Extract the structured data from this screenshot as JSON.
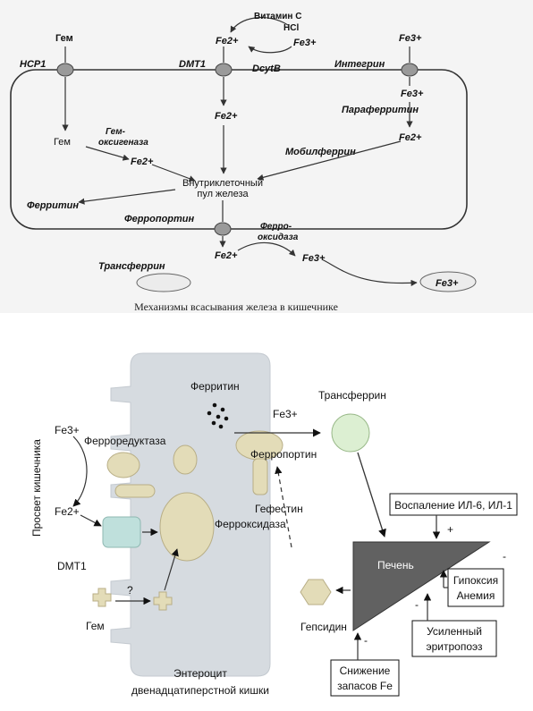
{
  "top": {
    "caption": "Механизмы всасывания железа в кишечнике",
    "labels": {
      "vitamin_c": "Витамин С",
      "hcl": "HCl",
      "fe2_a": "Fe2+",
      "fe3_a": "Fe3+",
      "heme_top": "Гем",
      "hcp1": "HCP1",
      "dmt1": "DMT1",
      "dcytb": "DcytB",
      "integrin": "Интегрин",
      "fe3_right": "Fe3+",
      "fe3_right2": "Fe3+",
      "paraferritin": "Параферритин",
      "fe2_right": "Fe2+",
      "mobilferrin": "Мобилферрин",
      "heme_inner": "Гем",
      "heme_oxygenase_1": "Гем-",
      "heme_oxygenase_2": "оксигеназа",
      "fe2_heme": "Fe2+",
      "fe2_center": "Fe2+",
      "pool_1": "Внутриклеточный",
      "pool_2": "пул железа",
      "ferritin": "Ферритин",
      "ferroportin": "Ферропортин",
      "ferroxidase_1": "Ферро-",
      "ferroxidase_2": "оксидаза",
      "fe2_bottom": "Fe2+",
      "fe3_bottom": "Fe3+",
      "transferrin": "Трансферрин",
      "fe3_transferrin": "Fe3+"
    }
  },
  "bottom": {
    "labels": {
      "ferritin": "Ферритин",
      "fe3_out": "Fe3+",
      "transferrin": "Трансферрин",
      "fe3_lumen": "Fe3+",
      "ferroreductase": "Ферроредуктаза",
      "lumen": "Просвет кишечника",
      "ferroportin": "Ферропортин",
      "fe2_lumen": "Fe2+",
      "dmt1": "DMT1",
      "hephaestin": "Гефестин",
      "ferroxidase": "Ферроксидаза",
      "inflammation": "Воспаление ИЛ-6, ИЛ-1",
      "plus": "+",
      "liver": "Печень",
      "hypoxia": "Гипоксия",
      "anemia": "Анемия",
      "minus_right": "-",
      "question": "?",
      "heme": "Гем",
      "hepcidin": "Гепсидин",
      "minus_mid": "-",
      "erythropoiesis_1": "Усиленный",
      "erythropoiesis_2": "эритропоэз",
      "minus_bottom": "-",
      "stores_1": "Снижение",
      "stores_2": "запасов Fe",
      "enterocyte_1": "Энтероцит",
      "enterocyte_2": "двенадцатиперстной кишки"
    }
  },
  "colors": {
    "cell_fill": "#d6dbe0",
    "organelle_fill": "#e3dcb8",
    "dmt1_fill": "#bfe0dc",
    "transferrin_fill": "#dcefd2",
    "liver_fill": "#616161",
    "top_background": "#f4f4f4",
    "channel_fill": "#9a9a9a"
  }
}
